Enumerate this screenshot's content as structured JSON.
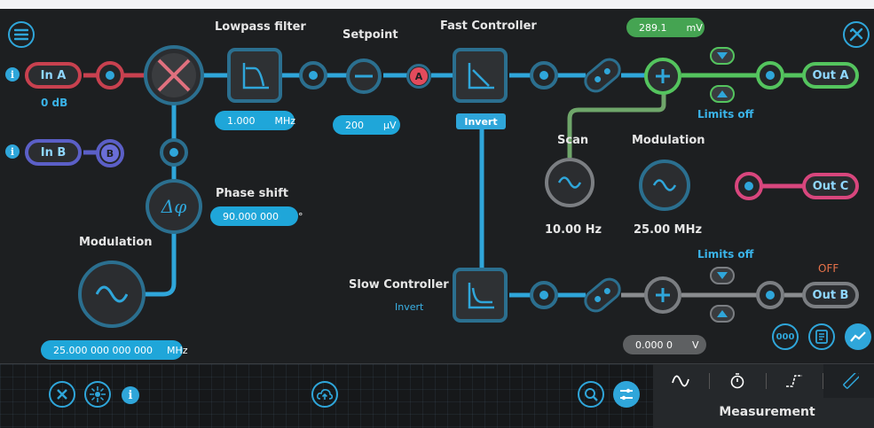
{
  "inputs": {
    "in_a": {
      "label": "In A",
      "gain": "0 dB"
    },
    "in_b": {
      "label": "In B",
      "badge": "B"
    },
    "info_glyph": "i"
  },
  "lowpass": {
    "title": "Lowpass filter",
    "value": "1.000",
    "unit": "MHz"
  },
  "setpoint": {
    "title": "Setpoint",
    "value": "200",
    "unit": "µV",
    "badge": "A"
  },
  "fast_controller": {
    "title": "Fast Controller",
    "invert_label": "Invert"
  },
  "phase_shift": {
    "title": "Phase shift",
    "value": "90.000 000",
    "unit": "°",
    "symbol": "Δφ"
  },
  "modulation_in": {
    "title": "Modulation",
    "value": "25.000 000 000 000",
    "unit": "MHz"
  },
  "offset_a": {
    "value": "289.1",
    "unit": "mV"
  },
  "limits_a": "Limits off",
  "limits_b": "Limits off",
  "scan": {
    "title": "Scan",
    "freq": "10.00 Hz"
  },
  "modulation_out": {
    "title": "Modulation",
    "freq": "25.00 MHz"
  },
  "slow_controller": {
    "title": "Slow Controller",
    "invert_label": "Invert"
  },
  "offset_b": {
    "value": "0.000 0",
    "unit": "V"
  },
  "outputs": {
    "out_a": "Out A",
    "out_b": "Out B",
    "out_c": "Out C",
    "off_label": "OFF"
  },
  "right_buttons": {
    "binary": "000"
  },
  "bottom_panel": {
    "title": "Measurement"
  },
  "colors": {
    "accent": "#2fa6da",
    "in_a": "#c8414f",
    "in_b": "#5b5fc7",
    "out_a": "#54c45e",
    "out_c": "#d8467d",
    "offset_a": "#45a452",
    "slow": "#8a8c8f"
  }
}
